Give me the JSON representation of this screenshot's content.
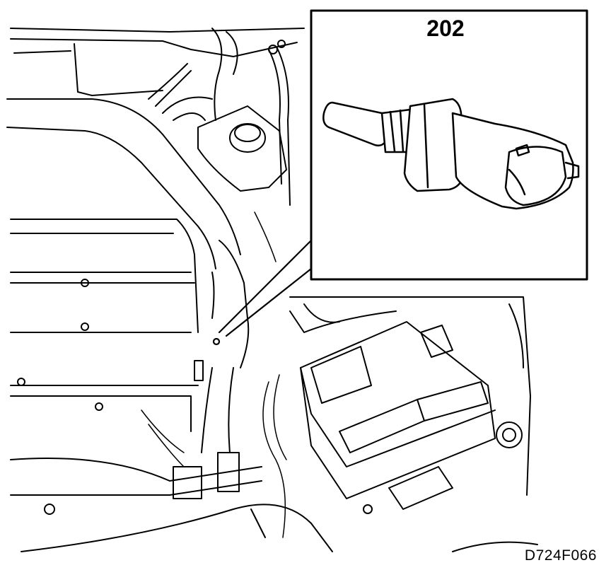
{
  "callout": {
    "number": "202"
  },
  "figure": {
    "code": "D724F066"
  },
  "colors": {
    "line": "#000000",
    "paper": "#ffffff"
  },
  "icons": {
    "detail": "temperature-sensor-icon",
    "engine": "engine-bay-illustration"
  }
}
